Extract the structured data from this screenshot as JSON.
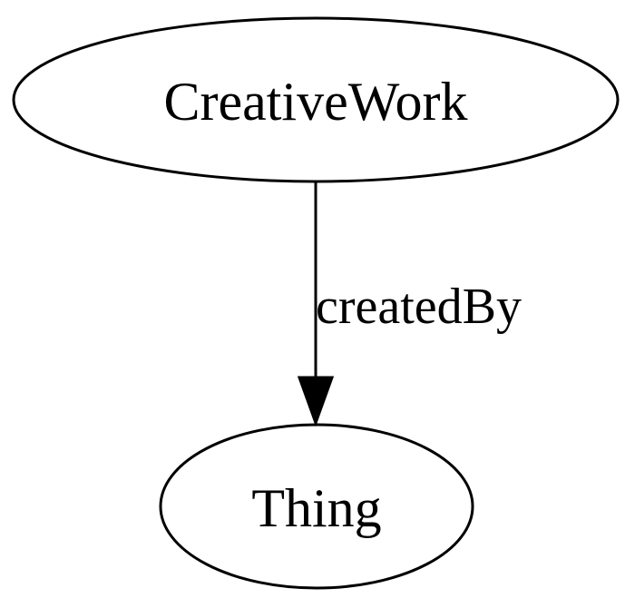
{
  "diagram": {
    "nodes": [
      {
        "id": "creativework",
        "label": "CreativeWork"
      },
      {
        "id": "thing",
        "label": "Thing"
      }
    ],
    "edges": [
      {
        "from": "creativework",
        "to": "thing",
        "label": "createdBy"
      }
    ]
  },
  "colors": {
    "stroke": "#000000",
    "background": "#ffffff"
  }
}
